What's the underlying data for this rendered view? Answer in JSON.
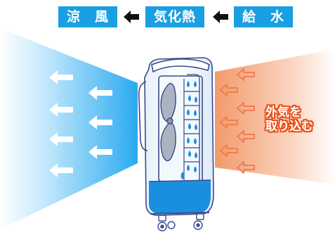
{
  "flow_labels": {
    "cool_air": "涼　風",
    "heat_of_vaporization": "気化熱",
    "water_supply": "給　水"
  },
  "callout": {
    "line1": "外気を",
    "line2": "取り込む"
  },
  "colors": {
    "label_bg": "#1a9fe0",
    "cool_air": "#4ab8ee",
    "warm_air": "#f4a27a",
    "water": "#1a8fe0",
    "outline": "#3a4a8a",
    "callout_stroke": "#e8531c"
  },
  "icons": [
    "arrow-left-icon",
    "cool-air-arrow-icon",
    "warm-air-arrow-icon",
    "fan-icon",
    "water-drop-icon",
    "caster-wheel-icon"
  ]
}
